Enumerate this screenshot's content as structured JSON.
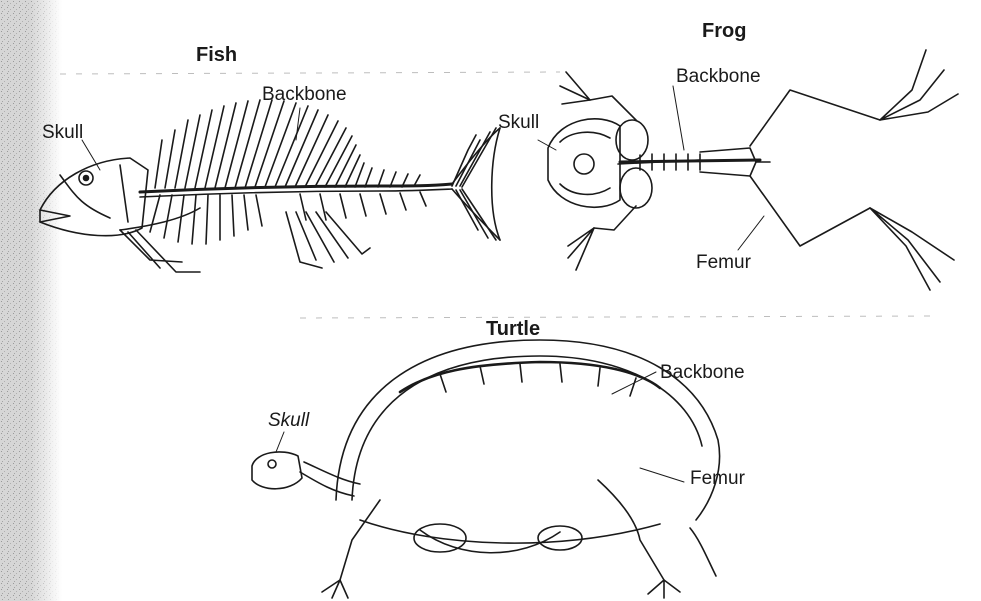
{
  "diagram": {
    "fish": {
      "title": "Fish",
      "labels": {
        "backbone": "Backbone",
        "skull": "Skull"
      }
    },
    "frog": {
      "title": "Frog",
      "labels": {
        "backbone": "Backbone",
        "skull": "Skull",
        "femur": "Femur"
      }
    },
    "turtle": {
      "title": "Turtle",
      "labels": {
        "backbone": "Backbone",
        "skull": "Skull",
        "femur": "Femur"
      }
    }
  },
  "colors": {
    "ink": "#1a1a1a",
    "background": "#ffffff",
    "scan_edge": "#c8c8c8"
  }
}
